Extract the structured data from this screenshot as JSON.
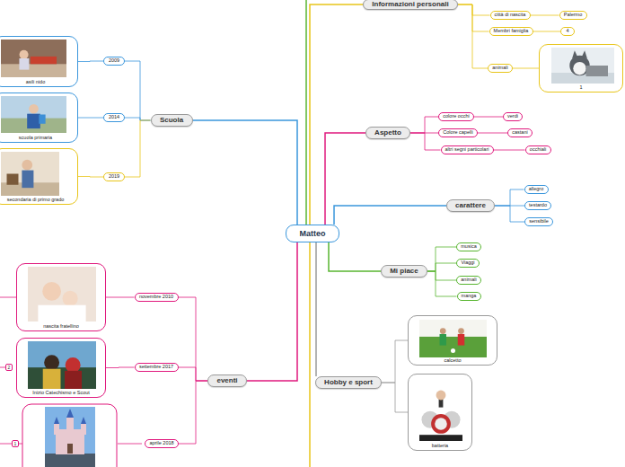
{
  "diagram": {
    "nodes": [
      {
        "text": [
          "Matteo"
        ]
      },
      {
        "text": [
          "Informazioni personali"
        ]
      },
      {
        "text": [
          "città di nascita"
        ]
      },
      {
        "text": [
          "Palermo"
        ]
      },
      {
        "text": [
          "Membri famiglia"
        ]
      },
      {
        "text": [
          "4"
        ]
      },
      {
        "text": [
          "animali"
        ]
      },
      {
        "text": [
          "1"
        ]
      },
      {
        "text": [
          "Aspetto"
        ]
      },
      {
        "text": [
          "colore occhi"
        ]
      },
      {
        "text": [
          "verdi"
        ]
      },
      {
        "text": [
          "Colore capelli"
        ]
      },
      {
        "text": [
          "castani"
        ]
      },
      {
        "text": [
          "altri segni particolari"
        ]
      },
      {
        "text": [
          "occhiali"
        ]
      },
      {
        "text": [
          "carattere"
        ]
      },
      {
        "text": [
          "allegro"
        ]
      },
      {
        "text": [
          "testardo"
        ]
      },
      {
        "text": [
          "sensibile"
        ]
      },
      {
        "text": [
          "Mi piace"
        ]
      },
      {
        "text": [
          "musica"
        ]
      },
      {
        "text": [
          "Viaggi"
        ]
      },
      {
        "text": [
          "animali"
        ]
      },
      {
        "text": [
          "manga"
        ]
      },
      {
        "text": [
          "Hobby e sport"
        ]
      },
      {
        "text": [
          "calcetto"
        ]
      },
      {
        "text": [
          "batteria"
        ]
      },
      {
        "text": [
          "Scuola"
        ]
      },
      {
        "text": [
          "2009"
        ]
      },
      {
        "text": [
          "asili nido"
        ]
      },
      {
        "text": [
          "2014"
        ]
      },
      {
        "text": [
          "scuola primaria"
        ]
      },
      {
        "text": [
          "2019"
        ]
      },
      {
        "text": [
          "secondaria di primo grado"
        ]
      },
      {
        "text": [
          "eventi"
        ]
      },
      {
        "text": [
          "novembre 2010"
        ]
      },
      {
        "text": [
          "nascita fratellino"
        ]
      },
      {
        "text": [
          "settembre 2017"
        ]
      },
      {
        "text": [
          "Inizio Catechismo e Scout"
        ]
      },
      {
        "text": [
          "aprile 2018"
        ]
      }
    ],
    "edges": [
      {
        "from": 0,
        "to": 1,
        "arrow": "none"
      },
      {
        "from": 1,
        "to": 2,
        "arrow": "none"
      },
      {
        "from": 2,
        "to": 3,
        "arrow": "none"
      },
      {
        "from": 1,
        "to": 4,
        "arrow": "none"
      },
      {
        "from": 4,
        "to": 5,
        "arrow": "none"
      },
      {
        "from": 1,
        "to": 6,
        "arrow": "none"
      },
      {
        "from": 6,
        "to": 7,
        "arrow": "none"
      },
      {
        "from": 0,
        "to": 8,
        "arrow": "none"
      },
      {
        "from": 8,
        "to": 9,
        "arrow": "none"
      },
      {
        "from": 9,
        "to": 10,
        "arrow": "none"
      },
      {
        "from": 8,
        "to": 11,
        "arrow": "none"
      },
      {
        "from": 11,
        "to": 12,
        "arrow": "none"
      },
      {
        "from": 8,
        "to": 13,
        "arrow": "none"
      },
      {
        "from": 13,
        "to": 14,
        "arrow": "none"
      },
      {
        "from": 0,
        "to": 15,
        "arrow": "none"
      },
      {
        "from": 15,
        "to": 16,
        "arrow": "none"
      },
      {
        "from": 15,
        "to": 17,
        "arrow": "none"
      },
      {
        "from": 15,
        "to": 18,
        "arrow": "none"
      },
      {
        "from": 0,
        "to": 19,
        "arrow": "none"
      },
      {
        "from": 19,
        "to": 20,
        "arrow": "none"
      },
      {
        "from": 19,
        "to": 21,
        "arrow": "none"
      },
      {
        "from": 19,
        "to": 22,
        "arrow": "none"
      },
      {
        "from": 19,
        "to": 23,
        "arrow": "none"
      },
      {
        "from": 0,
        "to": 24,
        "arrow": "none"
      },
      {
        "from": 24,
        "to": 25,
        "arrow": "none"
      },
      {
        "from": 24,
        "to": 26,
        "arrow": "none"
      },
      {
        "from": 0,
        "to": 27,
        "arrow": "none"
      },
      {
        "from": 27,
        "to": 28,
        "arrow": "none"
      },
      {
        "from": 28,
        "to": 29,
        "arrow": "none"
      },
      {
        "from": 27,
        "to": 30,
        "arrow": "none"
      },
      {
        "from": 30,
        "to": 31,
        "arrow": "none"
      },
      {
        "from": 27,
        "to": 32,
        "arrow": "none"
      },
      {
        "from": 32,
        "to": 33,
        "arrow": "none"
      },
      {
        "from": 0,
        "to": 34,
        "arrow": "none"
      },
      {
        "from": 34,
        "to": 35,
        "arrow": "none"
      },
      {
        "from": 35,
        "to": 36,
        "arrow": "none"
      },
      {
        "from": 34,
        "to": 37,
        "arrow": "none"
      },
      {
        "from": 37,
        "to": 38,
        "arrow": "none"
      },
      {
        "from": 34,
        "to": 39,
        "arrow": "none"
      }
    ],
    "labels": [
      "2",
      "1"
    ]
  }
}
